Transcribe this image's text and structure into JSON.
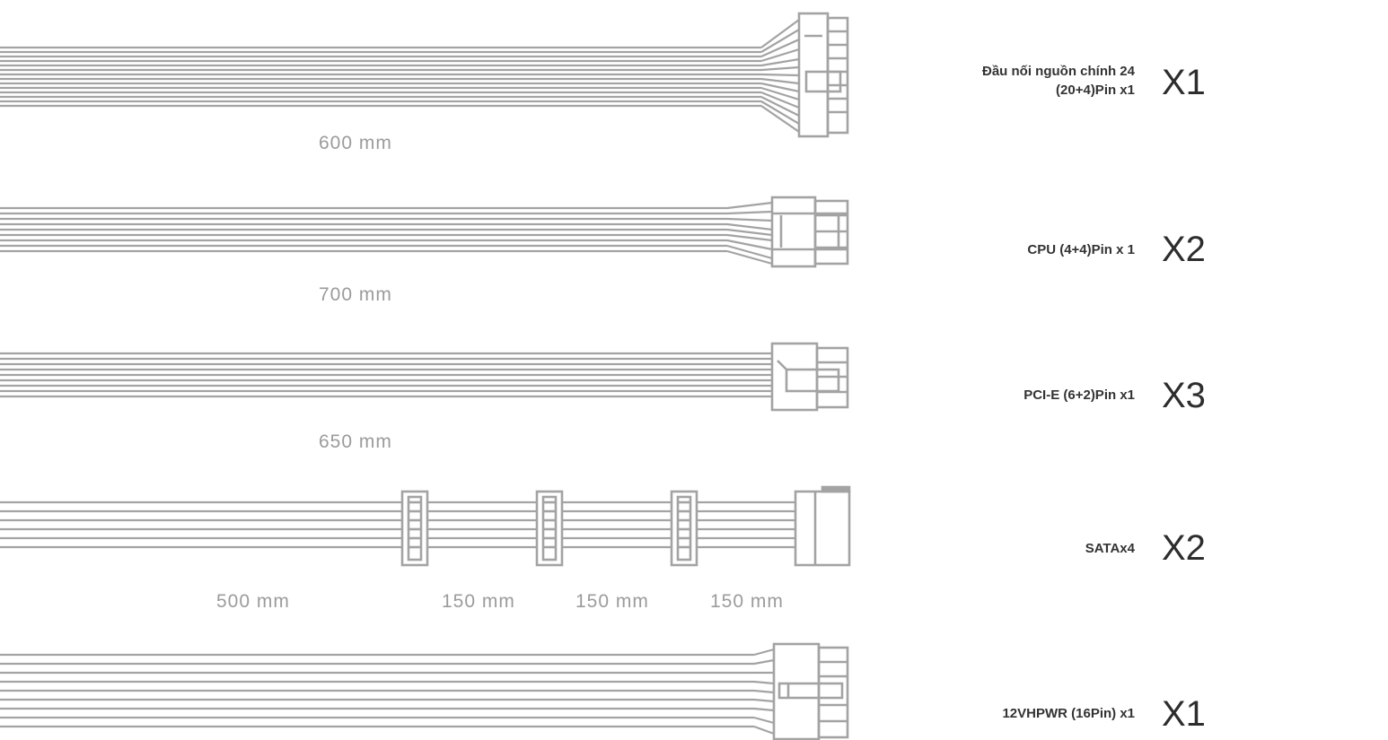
{
  "colors": {
    "cable": "#a3a3a3",
    "label": "#9b9b9b",
    "text": "#333333"
  },
  "cables": [
    {
      "name": "Đầu nối nguồn chính 24 (20+4)Pin x1",
      "name_line1": "Đầu nối nguồn chính 24",
      "name_line2": "(20+4)Pin x1",
      "quantity": "X1",
      "lengths": [
        "600 mm"
      ]
    },
    {
      "name": "CPU (4+4)Pin x 1",
      "quantity": "X2",
      "lengths": [
        "700 mm"
      ]
    },
    {
      "name": "PCI-E (6+2)Pin x1",
      "quantity": "X3",
      "lengths": [
        "650 mm"
      ]
    },
    {
      "name": "SATAx4",
      "quantity": "X2",
      "lengths": [
        "500 mm",
        "150 mm",
        "150 mm",
        "150 mm"
      ]
    },
    {
      "name": "12VHPWR (16Pin) x1",
      "quantity": "X1",
      "lengths": []
    }
  ]
}
